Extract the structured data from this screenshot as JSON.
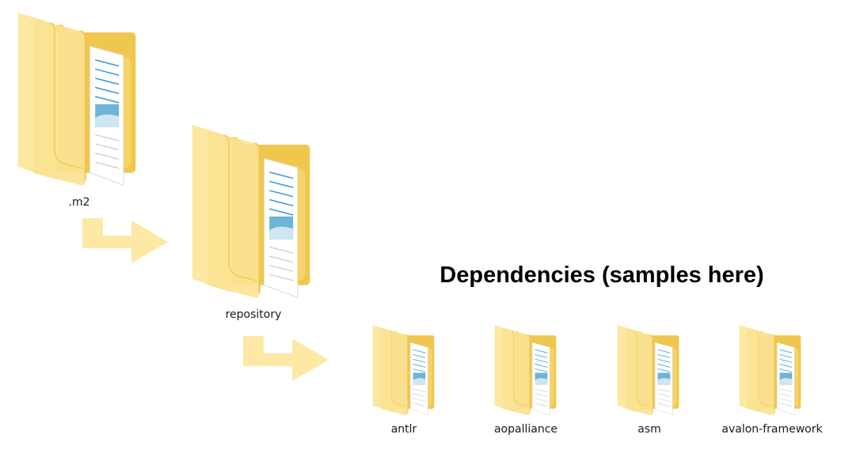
{
  "folders": {
    "root": {
      "label": ".m2",
      "icon": "folder-open-icon"
    },
    "repository": {
      "label": "repository",
      "icon": "folder-open-icon"
    },
    "dependencies": [
      {
        "label": "antlr",
        "icon": "folder-open-icon"
      },
      {
        "label": "aopalliance",
        "icon": "folder-open-icon"
      },
      {
        "label": "asm",
        "icon": "folder-open-icon"
      },
      {
        "label": "avalon-framework",
        "icon": "folder-open-icon"
      }
    ]
  },
  "heading": "Dependencies (samples here)",
  "arrows": [
    "arrow-right-icon",
    "arrow-right-icon"
  ],
  "colors": {
    "folder_back": "#f2c94c",
    "folder_front": "#fde599",
    "arrow": "#fde9a5",
    "doc_line": "#3d9ad6"
  }
}
